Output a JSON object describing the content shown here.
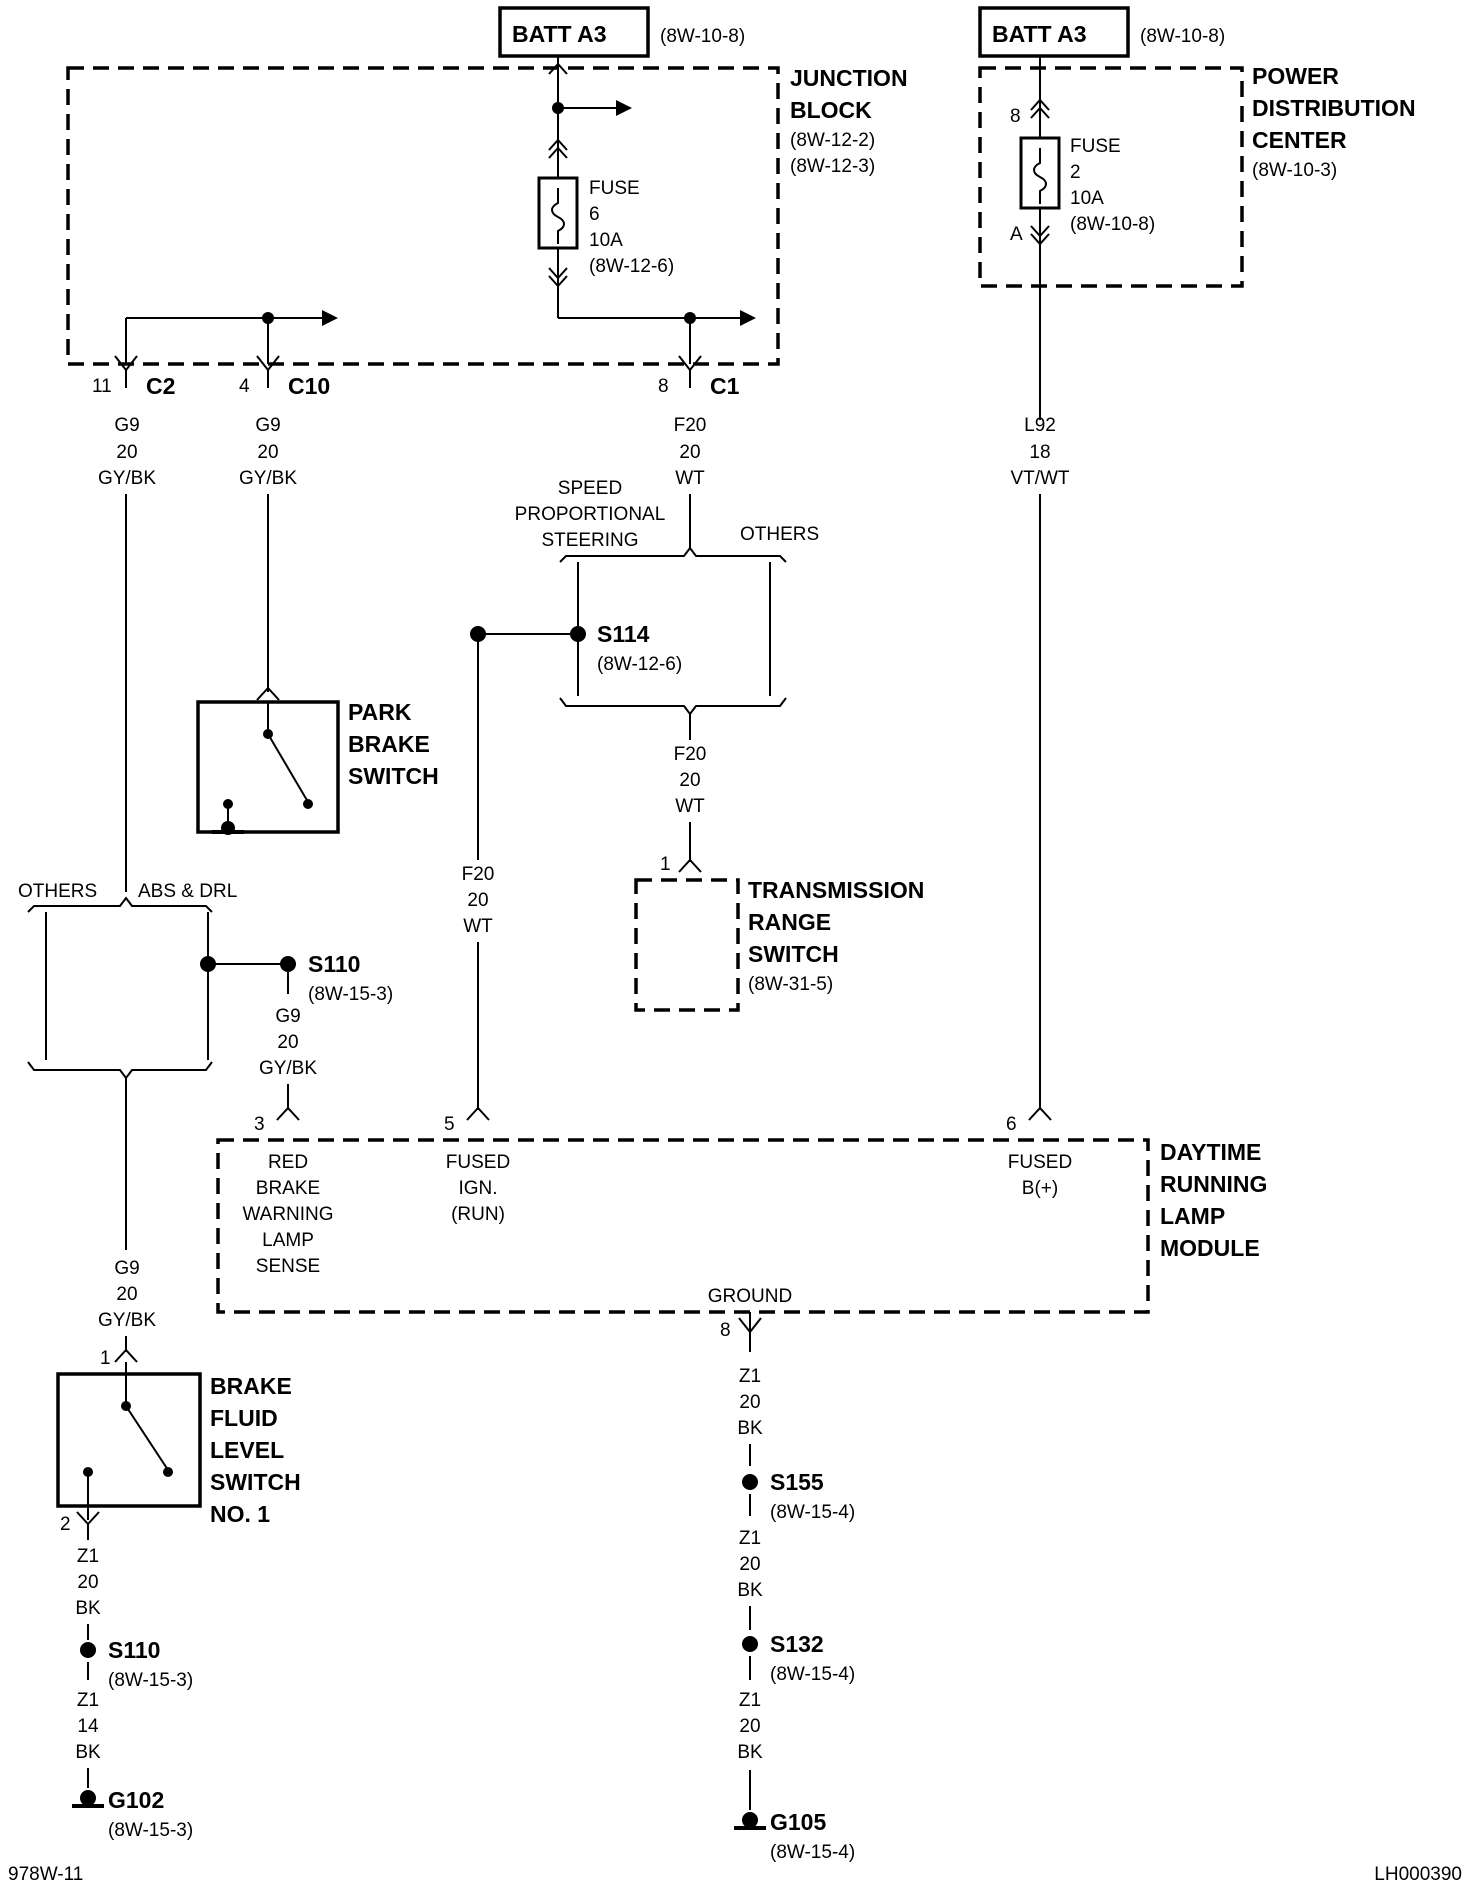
{
  "batt_left": {
    "name": "BATT A3",
    "ref": "(8W-10-8)"
  },
  "batt_right": {
    "name": "BATT A3",
    "ref": "(8W-10-8)"
  },
  "junction_block": {
    "title1": "JUNCTION",
    "title2": "BLOCK",
    "ref1": "(8W-12-2)",
    "ref2": "(8W-12-3)"
  },
  "fuse6": {
    "l1": "FUSE",
    "l2": "6",
    "l3": "10A",
    "l4": "(8W-12-6)"
  },
  "pdc": {
    "title1": "POWER",
    "title2": "DISTRIBUTION",
    "title3": "CENTER",
    "ref": "(8W-10-3)",
    "pin_top": "8",
    "pin_bottom": "A"
  },
  "fuse2": {
    "l1": "FUSE",
    "l2": "2",
    "l3": "10A",
    "l4": "(8W-10-8)"
  },
  "conn_c2": {
    "pin": "11",
    "name": "C2"
  },
  "conn_c10": {
    "pin": "4",
    "name": "C10"
  },
  "conn_c1": {
    "pin": "8",
    "name": "C1"
  },
  "wire_g9_a": {
    "circuit": "G9",
    "gauge": "20",
    "color": "GY/BK"
  },
  "wire_g9_b": {
    "circuit": "G9",
    "gauge": "20",
    "color": "GY/BK"
  },
  "wire_f20_a": {
    "circuit": "F20",
    "gauge": "20",
    "color": "WT"
  },
  "wire_l92": {
    "circuit": "L92",
    "gauge": "18",
    "color": "VT/WT"
  },
  "option_sps": {
    "l1": "SPEED",
    "l2": "PROPORTIONAL",
    "l3": "STEERING"
  },
  "option_others_top": "OTHERS",
  "splice_s114": {
    "name": "S114",
    "ref": "(8W-12-6)"
  },
  "wire_f20_b": {
    "circuit": "F20",
    "gauge": "20",
    "color": "WT"
  },
  "park_brake": {
    "l1": "PARK",
    "l2": "BRAKE",
    "l3": "SWITCH"
  },
  "trs": {
    "pin": "1",
    "l1": "TRANSMISSION",
    "l2": "RANGE",
    "l3": "SWITCH",
    "ref": "(8W-31-5)"
  },
  "option_others_left": "OTHERS",
  "option_abs_drl": "ABS & DRL",
  "splice_s110_top": {
    "name": "S110",
    "ref": "(8W-15-3)"
  },
  "wire_g9_c": {
    "circuit": "G9",
    "gauge": "20",
    "color": "GY/BK"
  },
  "wire_f20_c": {
    "circuit": "F20",
    "gauge": "20",
    "color": "WT"
  },
  "drl_module": {
    "title1": "DAYTIME",
    "title2": "RUNNING",
    "title3": "LAMP",
    "title4": "MODULE",
    "pin3": "3",
    "pin5": "5",
    "pin6": "6",
    "pin8": "8",
    "sense": [
      "RED",
      "BRAKE",
      "WARNING",
      "LAMP",
      "SENSE"
    ],
    "ign": [
      "FUSED",
      "IGN.",
      "(RUN)"
    ],
    "batt": [
      "FUSED",
      "B(+)"
    ],
    "ground": "GROUND"
  },
  "wire_g9_d": {
    "circuit": "G9",
    "gauge": "20",
    "color": "GY/BK"
  },
  "brake_fluid": {
    "pin_top": "1",
    "pin_bottom": "2",
    "l1": "BRAKE",
    "l2": "FLUID",
    "l3": "LEVEL",
    "l4": "SWITCH",
    "l5": "NO. 1"
  },
  "wire_z1_a": {
    "circuit": "Z1",
    "gauge": "20",
    "color": "BK"
  },
  "splice_s110_bottom": {
    "name": "S110",
    "ref": "(8W-15-3)"
  },
  "wire_z1_b": {
    "circuit": "Z1",
    "gauge": "14",
    "color": "BK"
  },
  "ground_g102": {
    "name": "G102",
    "ref": "(8W-15-3)"
  },
  "wire_z1_c": {
    "circuit": "Z1",
    "gauge": "20",
    "color": "BK"
  },
  "splice_s155": {
    "name": "S155",
    "ref": "(8W-15-4)"
  },
  "wire_z1_d": {
    "circuit": "Z1",
    "gauge": "20",
    "color": "BK"
  },
  "splice_s132": {
    "name": "S132",
    "ref": "(8W-15-4)"
  },
  "wire_z1_e": {
    "circuit": "Z1",
    "gauge": "20",
    "color": "BK"
  },
  "ground_g105": {
    "name": "G105",
    "ref": "(8W-15-4)"
  },
  "footer_left": "978W-11",
  "footer_right": "LH000390"
}
